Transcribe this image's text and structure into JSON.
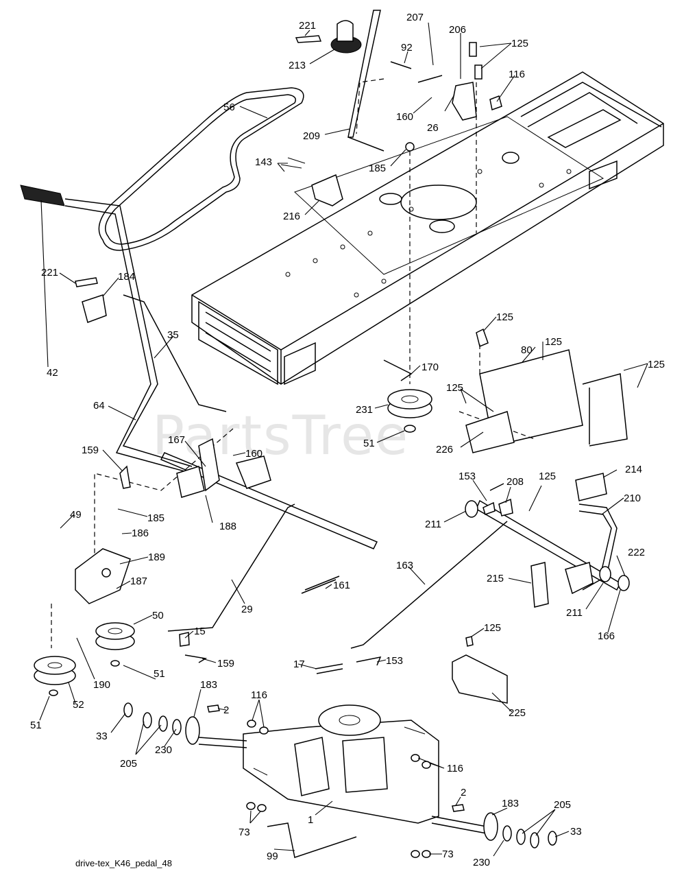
{
  "watermark": "PartsTree",
  "caption": "drive-tex_K46_pedal_48",
  "labels": {
    "l221a": "221",
    "l213": "213",
    "l207": "207",
    "l206": "206",
    "l92": "92",
    "l125a": "125",
    "l116a": "116",
    "l160a": "160",
    "l26": "26",
    "l56": "56",
    "l209": "209",
    "l185a": "185",
    "l143": "143",
    "l216": "216",
    "l221b": "221",
    "l184": "184",
    "l42": "42",
    "l35": "35",
    "l64": "64",
    "l167": "167",
    "l160b": "160",
    "l159a": "159",
    "l49": "49",
    "l185b": "185",
    "l186": "186",
    "l189": "189",
    "l188": "188",
    "l187": "187",
    "l50": "50",
    "l29": "29",
    "l161": "161",
    "l15": "15",
    "l159b": "159",
    "l190": "190",
    "l51a": "51",
    "l52": "52",
    "l51b": "51",
    "l170": "170",
    "l231": "231",
    "l51c": "51",
    "l125b": "125",
    "l125c": "125",
    "l80": "80",
    "l125d": "125",
    "l125e": "125",
    "l226": "226",
    "l153a": "153",
    "l208": "208",
    "l125f": "125",
    "l214": "214",
    "l210": "210",
    "l211a": "211",
    "l163": "163",
    "l215": "215",
    "l222": "222",
    "l211b": "211",
    "l166": "166",
    "l125g": "125",
    "l17": "17",
    "l153b": "153",
    "l225": "225",
    "l183a": "183",
    "l116b": "116",
    "l2a": "2",
    "l33a": "33",
    "l205a": "205",
    "l230a": "230",
    "l116c": "116",
    "l1": "1",
    "l73a": "73",
    "l2b": "2",
    "l183b": "183",
    "l205b": "205",
    "l33b": "33",
    "l99": "99",
    "l73b": "73",
    "l230b": "230"
  }
}
